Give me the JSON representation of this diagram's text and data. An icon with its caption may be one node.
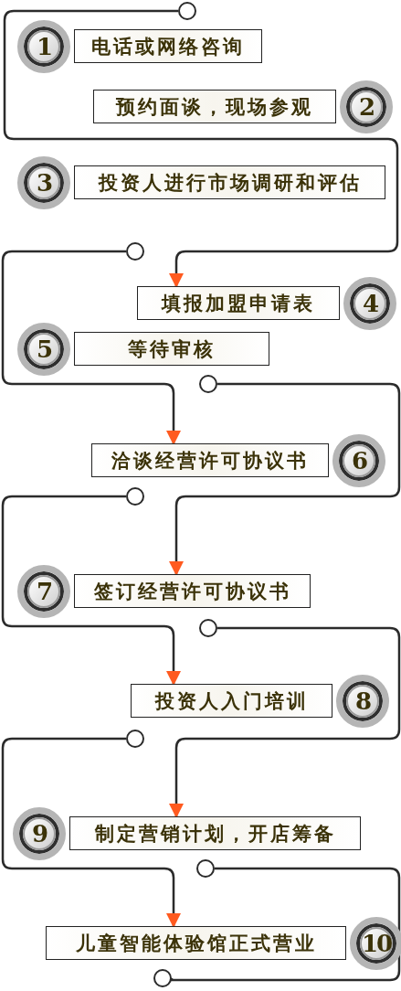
{
  "diagram": {
    "nodes": [
      {
        "text": [
          "1",
          "电话或网络咨询"
        ]
      },
      {
        "text": [
          "预约面谈，现场参观",
          "2"
        ]
      },
      {
        "text": [
          "3",
          "投资人进行市场调研和评估"
        ]
      },
      {
        "text": [
          "填报加盟申请表",
          "4"
        ]
      },
      {
        "text": [
          "5",
          "等待审核"
        ]
      },
      {
        "text": [
          "洽谈经营许可协议书",
          "6"
        ]
      },
      {
        "text": [
          "7",
          "签订经营许可协议书"
        ]
      },
      {
        "text": [
          "投资人入门培训",
          "8"
        ]
      },
      {
        "text": [
          "9",
          "制定营销计划，开店筹备"
        ]
      },
      {
        "text": [
          "儿童智能体验馆正式营业",
          "10"
        ]
      },
      {
        "text": [],
        "shape": "circle"
      },
      {
        "text": [],
        "shape": "circle"
      },
      {
        "text": [],
        "shape": "circle"
      },
      {
        "text": [],
        "shape": "circle"
      },
      {
        "text": [],
        "shape": "circle"
      },
      {
        "text": [],
        "shape": "circle"
      },
      {
        "text": [],
        "shape": "circle"
      },
      {
        "text": [],
        "shape": "circle"
      }
    ],
    "edges": [
      {
        "from": 10,
        "to": 3,
        "arrow": "to"
      },
      {
        "from": 11,
        "to": 5,
        "arrow": "to"
      },
      {
        "from": 12,
        "to": 6,
        "arrow": "to"
      },
      {
        "from": 13,
        "to": 7,
        "arrow": "to"
      },
      {
        "from": 14,
        "to": 8,
        "arrow": "to"
      },
      {
        "from": 15,
        "to": 9,
        "arrow": "to"
      },
      {
        "from": 16,
        "to": 17,
        "arrow": "none"
      }
    ]
  }
}
